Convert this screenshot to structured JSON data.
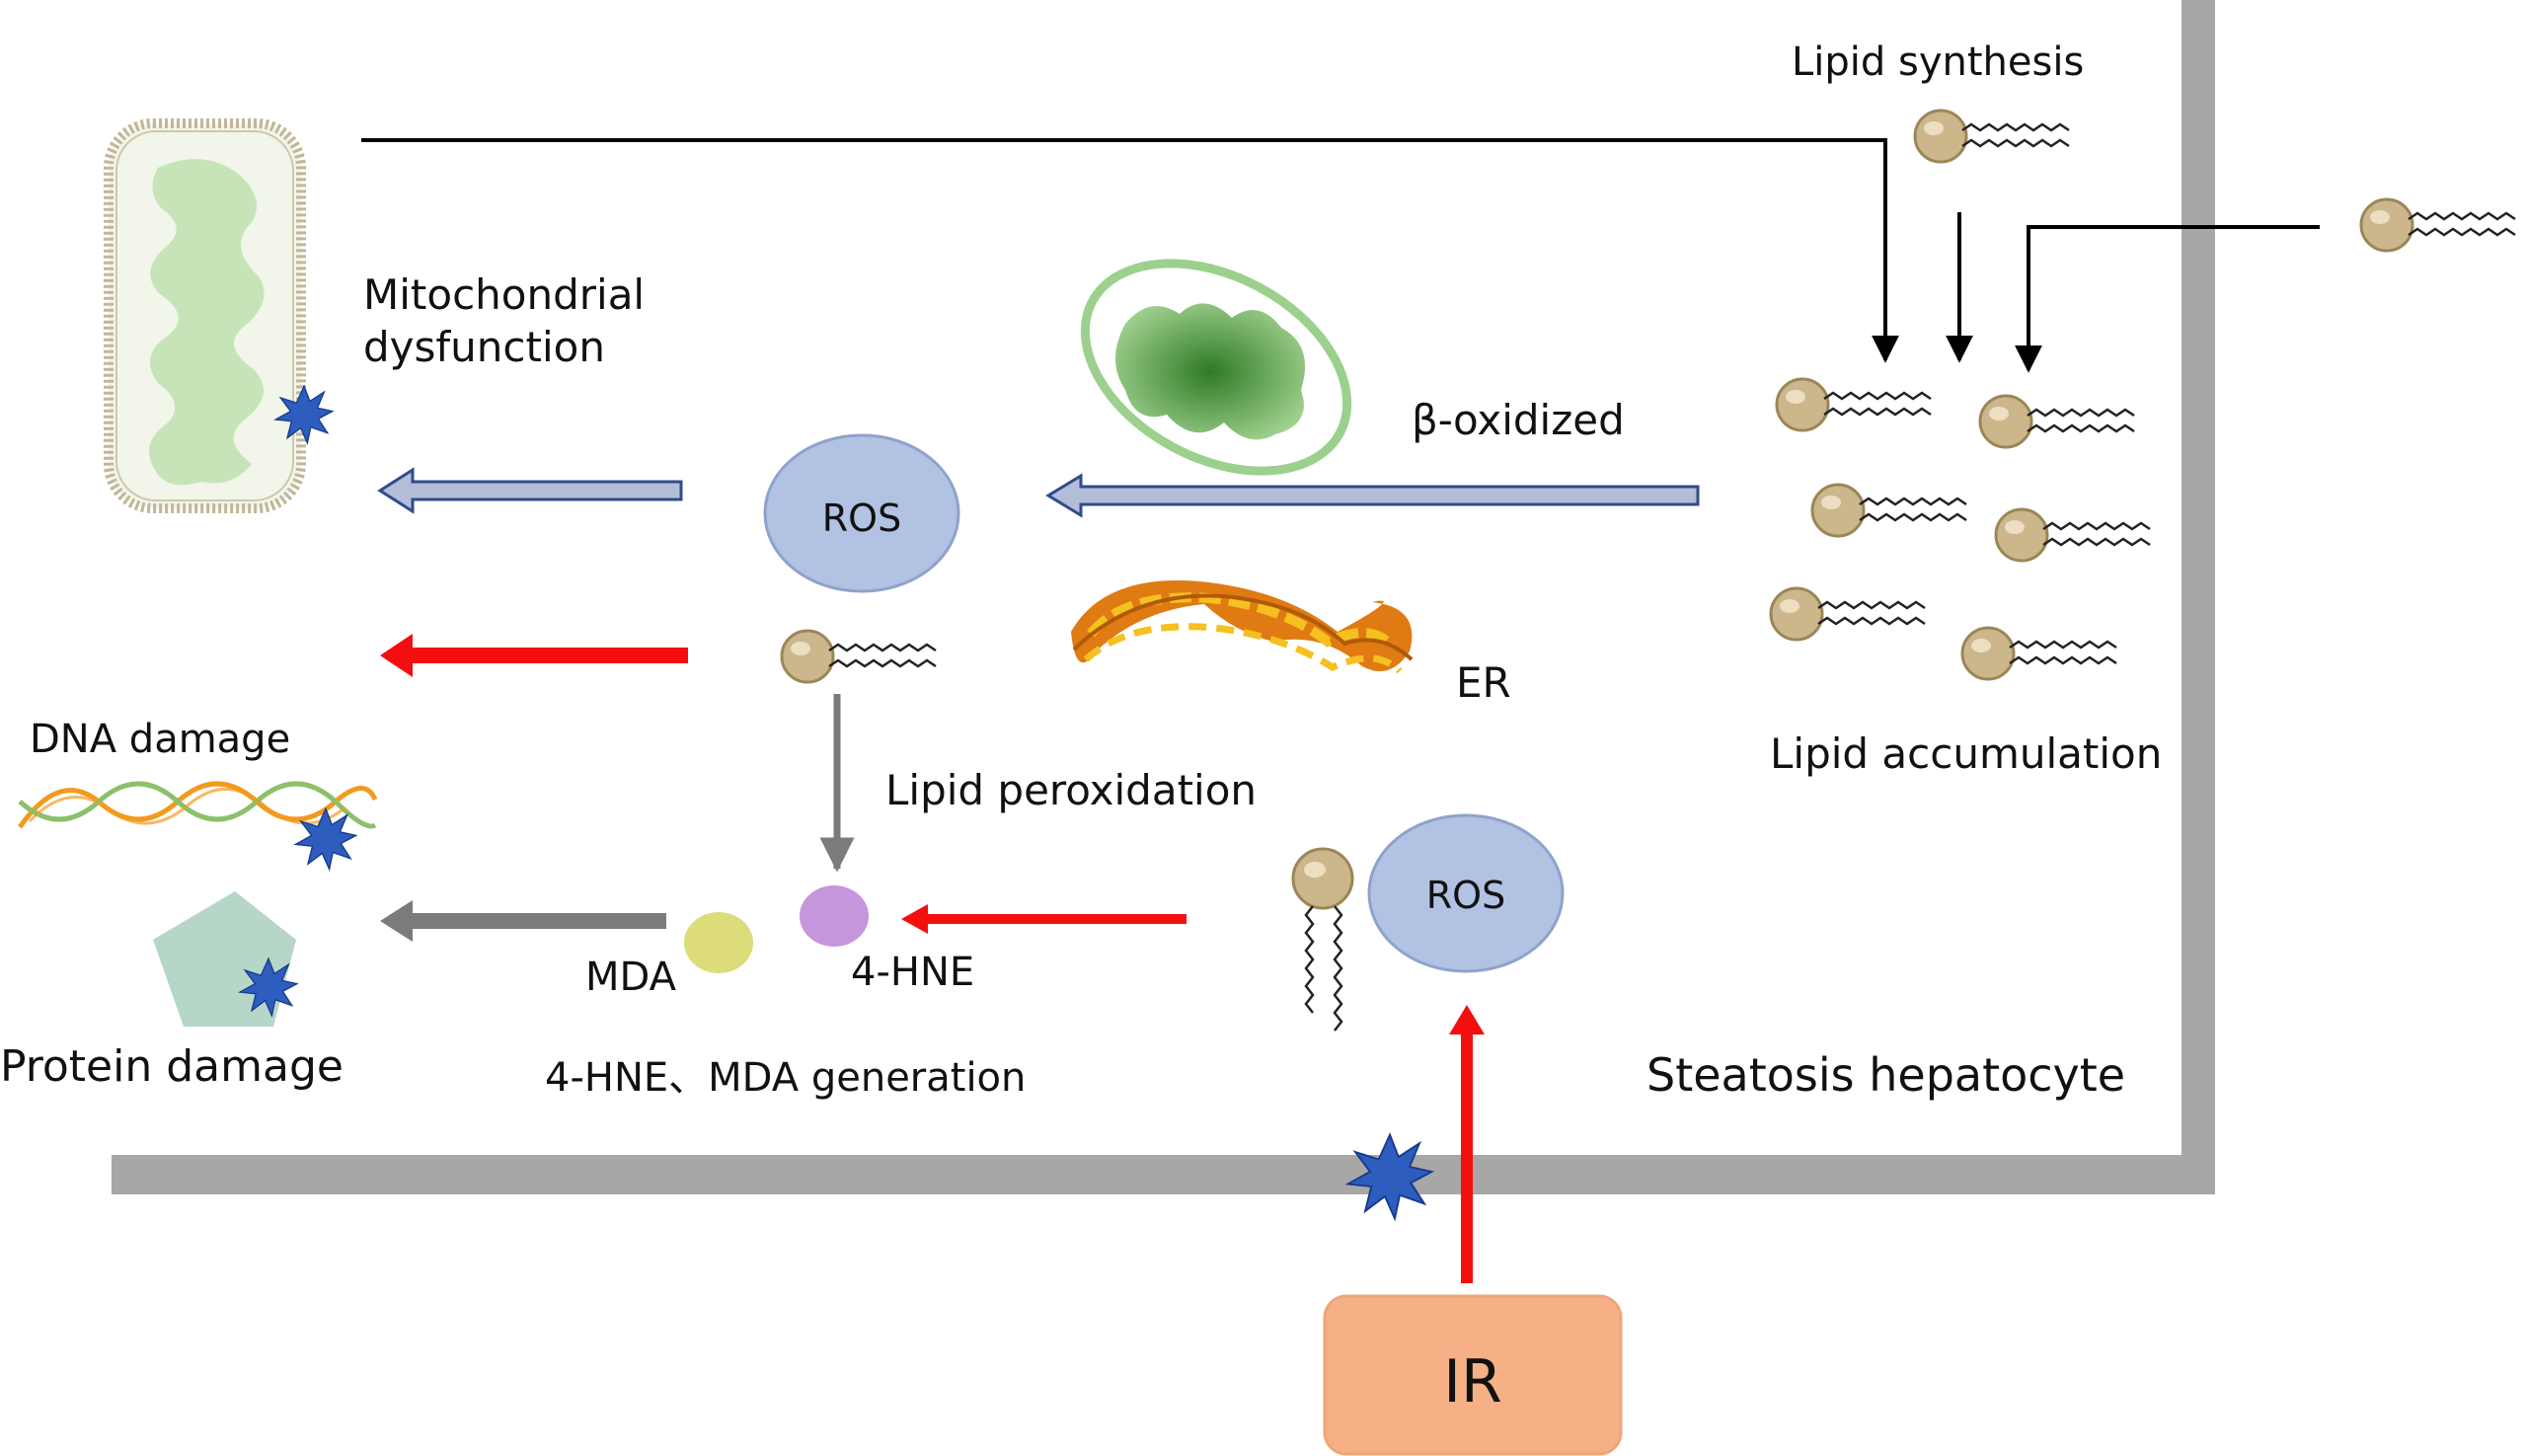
{
  "labels": {
    "lipid_synthesis": "Lipid synthesis",
    "mitochondrial_dysfunction_line1": "Mitochondrial",
    "mitochondrial_dysfunction_line2": "dysfunction",
    "beta_oxidized": "β-oxidized",
    "ros_upper": "ROS",
    "ros_lower": "ROS",
    "er": "ER",
    "lipid_accumulation": "Lipid accumulation",
    "dna_damage": "DNA damage",
    "lipid_peroxidation": "Lipid peroxidation",
    "mda": "MDA",
    "four_hne": "4-HNE",
    "protein_damage": "Protein damage",
    "generation": "4-HNE、MDA generation",
    "steatosis_hepatocyte": "Steatosis hepatocyte",
    "ir": "IR"
  },
  "colors": {
    "membrane": "#a9a6a6",
    "red_arrow": "#f40f0f",
    "gray_arrow": "#7b7b7b",
    "hollow_arrow_fill": "#b3bdd8",
    "hollow_arrow_stroke": "#2f4c8b",
    "ros_fill": "#b2c2e2",
    "ros_stroke": "#8fa2cc",
    "mda_fill": "#dcdc7a",
    "hne_fill": "#c596dc",
    "ir_fill": "#f5b185",
    "ir_stroke": "#eea57a",
    "damage_star": "#2d5dbe",
    "protein_fill": "#b6d6c8",
    "lipid_head": "#c9b58b",
    "mito_outer": "#9cd08d",
    "mito_inner": "#4f9a3d",
    "er_outer": "#e07a12",
    "er_inner": "#f5c020",
    "cell_fill": "#f0f3e8",
    "cell_inner": "#c6e4b8"
  },
  "icons": {
    "damage": "blue-star-burst-icon",
    "lipid": "lipid-molecule-icon",
    "mitochondrion": "mitochondrion-icon",
    "er": "endoplasmic-reticulum-icon",
    "dna": "dna-helix-icon",
    "protein": "pentagon-protein-icon",
    "cell": "damaged-cell-icon"
  }
}
